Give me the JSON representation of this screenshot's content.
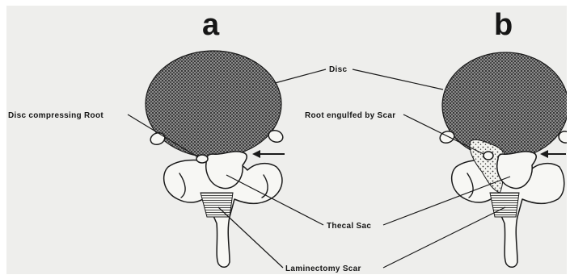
{
  "panels": {
    "a": "a",
    "b": "b"
  },
  "labels": {
    "disc": "Disc",
    "disc_compressing_root": "Disc compressing Root",
    "root_engulfed_by_scar": "Root engulfed by Scar",
    "thecal_sac": "Thecal Sac",
    "laminectomy_scar": "Laminectomy Scar"
  },
  "colors": {
    "background": "#eeeeec",
    "disc_fill": "#6e6e6e",
    "ink": "#1a1a1a"
  },
  "icons": [
    "arrow-left-icon"
  ]
}
